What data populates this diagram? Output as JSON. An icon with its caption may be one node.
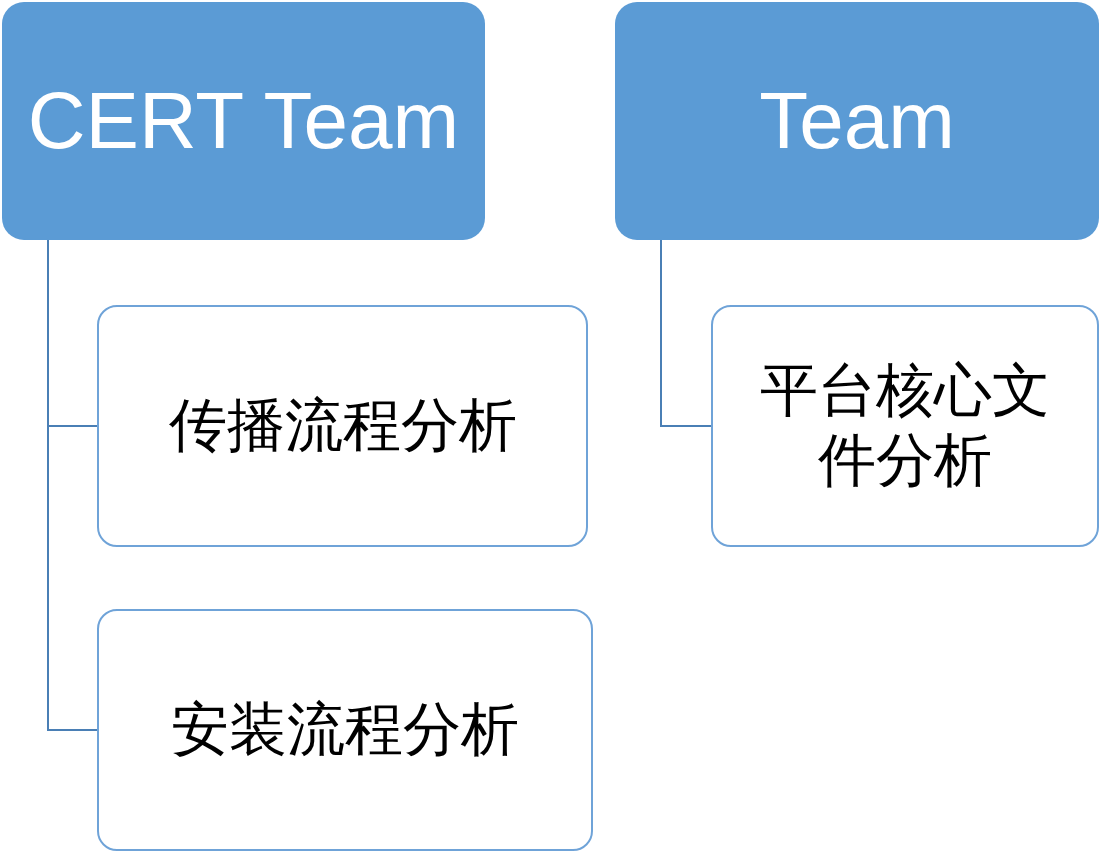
{
  "diagram": {
    "nodes": [
      {
        "text": [
          "CERT Team"
        ]
      },
      {
        "text": [
          "Team"
        ]
      },
      {
        "text": [
          "传播流程分析"
        ]
      },
      {
        "text": [
          "安装流程分析"
        ]
      },
      {
        "text": [
          "平台核心文件分析"
        ]
      }
    ],
    "edges": [
      {
        "from": 0,
        "to": 2,
        "arrow": "none"
      },
      {
        "from": 0,
        "to": 3,
        "arrow": "none"
      },
      {
        "from": 1,
        "to": 4,
        "arrow": "none"
      }
    ]
  }
}
